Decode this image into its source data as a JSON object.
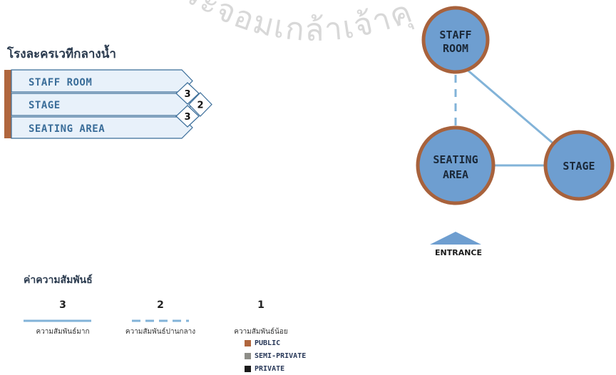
{
  "watermark": "พระจอมเกล้าเจ้าคุณ",
  "title": "โรงละครเวทีกลางน้ำ",
  "matrix": {
    "rows": [
      {
        "label": "STAFF ROOM"
      },
      {
        "label": "STAGE"
      },
      {
        "label": "SEATING AREA"
      }
    ],
    "ratings": [
      {
        "pair": "STAFF ROOM–STAGE",
        "value": "3"
      },
      {
        "pair": "STAGE–SEATING AREA",
        "value": "3"
      },
      {
        "pair": "STAFF ROOM–SEATING AREA",
        "value": "2"
      }
    ],
    "zone_color": "#b0663d"
  },
  "bubbles": [
    {
      "id": "staff",
      "line1": "STAFF",
      "line2": "ROOM"
    },
    {
      "id": "seating",
      "line1": "SEATING",
      "line2": "AREA"
    },
    {
      "id": "stage",
      "line1": "STAGE",
      "line2": ""
    }
  ],
  "links": [
    {
      "from": "staff",
      "to": "stage",
      "value": 3
    },
    {
      "from": "seating",
      "to": "stage",
      "value": 3
    },
    {
      "from": "staff",
      "to": "seating",
      "value": 2
    }
  ],
  "entrance": "ENTRANCE",
  "legend": {
    "title": "ค่าความสัมพันธ์",
    "items": [
      {
        "value": "3",
        "desc": "ความสัมพันธ์มาก",
        "style": "solid"
      },
      {
        "value": "2",
        "desc": "ความสัมพันธ์ปานกลาง",
        "style": "dashed"
      },
      {
        "value": "1",
        "desc": "ความสัมพันธ์น้อย",
        "style": "none"
      }
    ],
    "zones": [
      {
        "label": "PUBLIC",
        "color": "#b0663d"
      },
      {
        "label": "SEMI-PRIVATE",
        "color": "#8e8e88"
      },
      {
        "label": "PRIVATE",
        "color": "#1a1a1a"
      }
    ]
  },
  "colors": {
    "bubble_fill": "#6e9ed0",
    "bubble_ring": "#a8623c",
    "line_blue": "#82b3d8",
    "row_fill": "#e8f1fa",
    "row_border": "#3a6d99"
  }
}
